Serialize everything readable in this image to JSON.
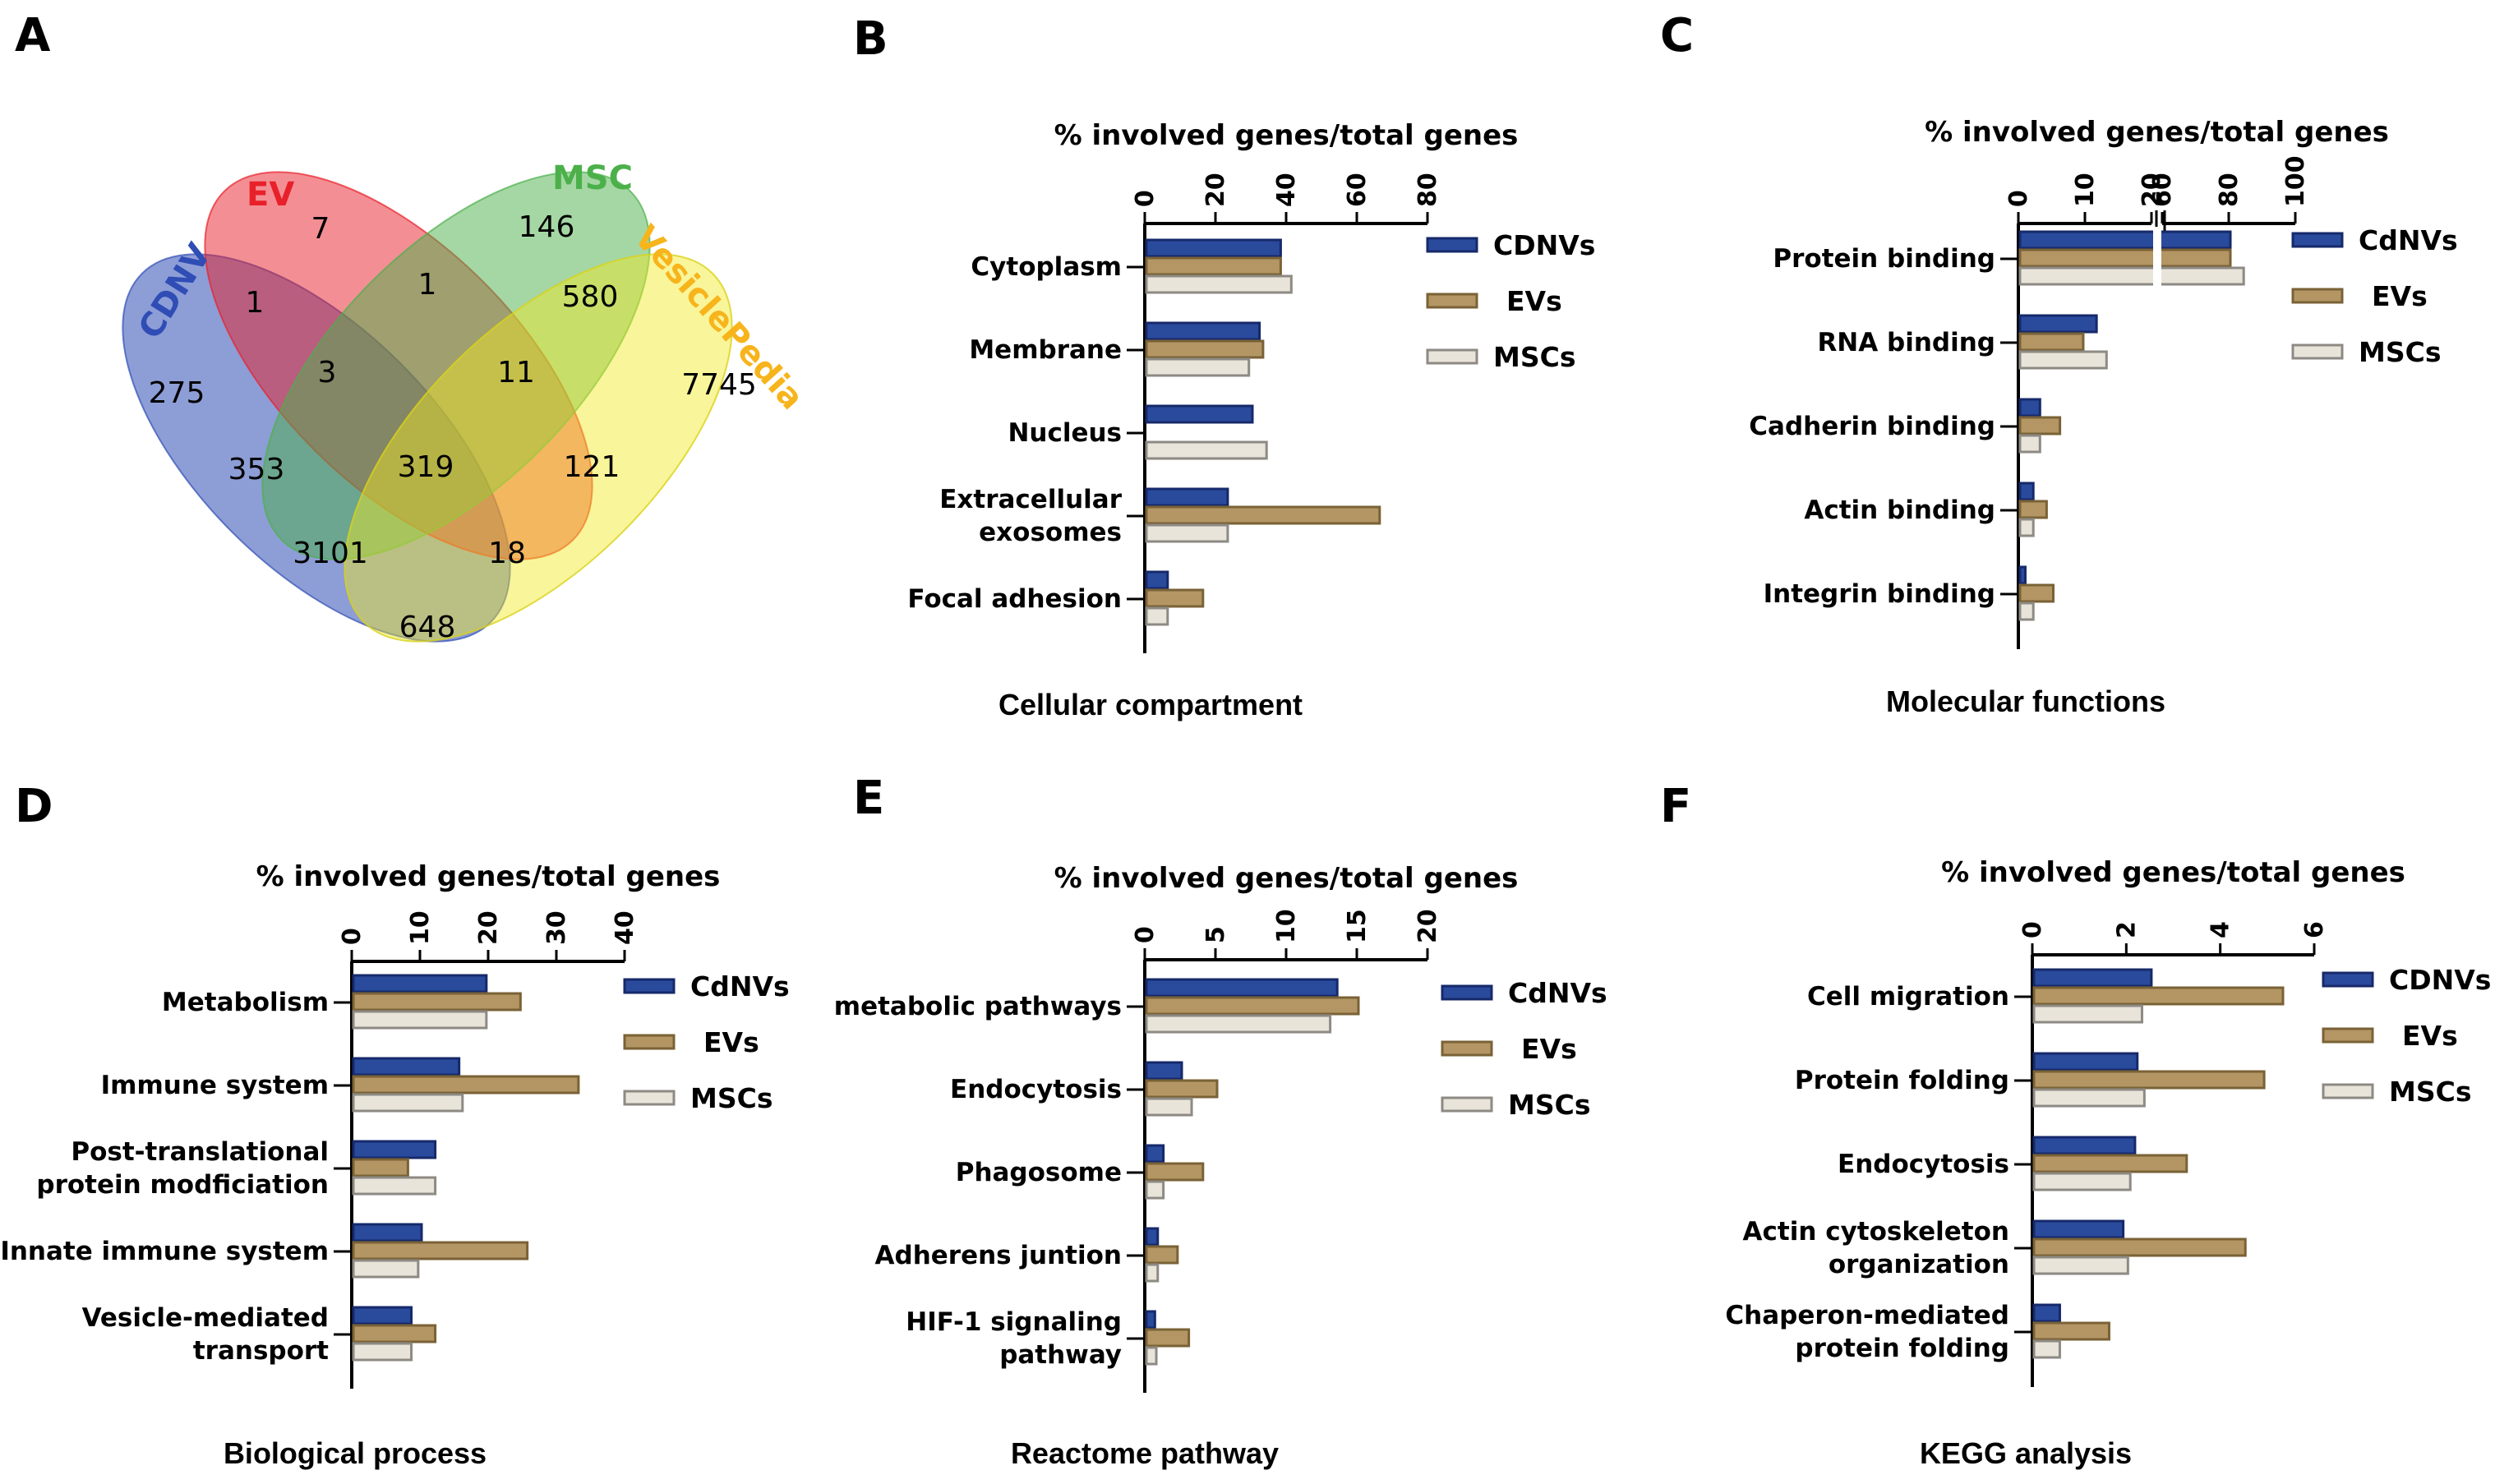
{
  "venn": {
    "letter": "A",
    "sets": [
      {
        "name": "CDNV",
        "color": "#2f4db5"
      },
      {
        "name": "EV",
        "color": "#e8202a"
      },
      {
        "name": "MSC",
        "color": "#4cb04a"
      },
      {
        "name": "VesiclePedia",
        "color": "#f7b41b"
      }
    ],
    "regions": [
      {
        "sets": [
          "EV"
        ],
        "count": "7"
      },
      {
        "sets": [
          "MSC"
        ],
        "count": "146"
      },
      {
        "sets": [
          "CDNV"
        ],
        "count": "275"
      },
      {
        "sets": [
          "VesiclePedia"
        ],
        "count": "7745"
      },
      {
        "sets": [
          "CDNV",
          "EV"
        ],
        "count": "1"
      },
      {
        "sets": [
          "EV",
          "MSC"
        ],
        "count": "1"
      },
      {
        "sets": [
          "MSC",
          "VesiclePedia"
        ],
        "count": "580"
      },
      {
        "sets": [
          "CDNV",
          "EV",
          "MSC"
        ],
        "count": "3"
      },
      {
        "sets": [
          "EV",
          "MSC",
          "VesiclePedia"
        ],
        "count": "11"
      },
      {
        "sets": [
          "CDNV",
          "MSC"
        ],
        "count": "353"
      },
      {
        "sets": [
          "CDNV",
          "EV",
          "MSC",
          "VesiclePedia"
        ],
        "count": "319"
      },
      {
        "sets": [
          "EV",
          "VesiclePedia"
        ],
        "count": "121"
      },
      {
        "sets": [
          "CDNV",
          "MSC",
          "VesiclePedia"
        ],
        "count": "3101"
      },
      {
        "sets": [
          "CDNV",
          "EV",
          "VesiclePedia"
        ],
        "count": "18"
      },
      {
        "sets": [
          "CDNV",
          "VesiclePedia"
        ],
        "count": "648"
      }
    ]
  },
  "series_colors": {
    "CDNVs": "#2a4a9c",
    "EVs": "#b39664",
    "MSCs": "#e9e4da"
  },
  "chart_data": [
    {
      "type": "bar",
      "letter": "B",
      "orientation": "horizontal",
      "title": "% involved genes/total genes",
      "caption": "Cellular compartment",
      "categories": [
        [
          "Cytoplasm"
        ],
        [
          "Membrane"
        ],
        [
          "Nucleus"
        ],
        [
          "Extracellular",
          "exosomes"
        ],
        [
          "Focal adhesion"
        ]
      ],
      "xlim": [
        0,
        80
      ],
      "ticks": [
        0,
        20,
        40,
        60,
        80
      ],
      "series": [
        {
          "name": "CDNVs",
          "values": [
            38,
            32,
            30,
            23,
            6
          ]
        },
        {
          "name": "EVs",
          "values": [
            38,
            33,
            0,
            66,
            16
          ]
        },
        {
          "name": "MSCs",
          "values": [
            41,
            29,
            34,
            23,
            6
          ]
        }
      ]
    },
    {
      "type": "bar",
      "letter": "C",
      "orientation": "horizontal",
      "title": "% involved genes/total genes",
      "caption": "Molecular functions",
      "categories": [
        [
          "Protein binding"
        ],
        [
          "RNA binding"
        ],
        [
          "Cadherin binding"
        ],
        [
          "Actin binding"
        ],
        [
          "Integrin binding"
        ]
      ],
      "xlim": [
        0,
        100
      ],
      "axis_break": [
        20,
        60
      ],
      "ticks": [
        0,
        10,
        20,
        60,
        80,
        100
      ],
      "series": [
        {
          "name": "CdNVs",
          "values": [
            80,
            11.5,
            3,
            2,
            0.8
          ]
        },
        {
          "name": "EVs",
          "values": [
            80,
            9.5,
            6,
            4,
            5
          ]
        },
        {
          "name": "MSCs",
          "values": [
            84,
            13,
            3,
            2,
            2
          ]
        }
      ]
    },
    {
      "type": "bar",
      "letter": "D",
      "orientation": "horizontal",
      "title": "% involved genes/total genes",
      "caption": "Biological process",
      "categories": [
        [
          "Metabolism"
        ],
        [
          "Immune system"
        ],
        [
          "Post-translational",
          "protein modficiation"
        ],
        [
          "Innate immune system"
        ],
        [
          "Vesicle-mediated",
          "transport"
        ]
      ],
      "xlim": [
        0,
        40
      ],
      "ticks": [
        0,
        10,
        20,
        30,
        40
      ],
      "series": [
        {
          "name": "CdNVs",
          "values": [
            19.5,
            15.5,
            12,
            10,
            8.5
          ]
        },
        {
          "name": "EVs",
          "values": [
            24.5,
            33,
            8,
            25.5,
            12
          ]
        },
        {
          "name": "MSCs",
          "values": [
            19.5,
            16,
            12,
            9.5,
            8.5
          ]
        }
      ]
    },
    {
      "type": "bar",
      "letter": "E",
      "orientation": "horizontal",
      "title": "% involved genes/total genes",
      "caption": "Reactome pathway",
      "categories": [
        [
          "metabolic pathways"
        ],
        [
          "Endocytosis"
        ],
        [
          "Phagosome"
        ],
        [
          "Adherens juntion"
        ],
        [
          "HIF-1 signaling",
          "pathway"
        ]
      ],
      "xlim": [
        0,
        20
      ],
      "ticks": [
        0,
        5,
        10,
        15,
        20
      ],
      "series": [
        {
          "name": "CdNVs",
          "values": [
            13.5,
            2.5,
            1.2,
            0.8,
            0.6
          ]
        },
        {
          "name": "EVs",
          "values": [
            15,
            5,
            4,
            2.2,
            3
          ]
        },
        {
          "name": "MSCs",
          "values": [
            13,
            3.2,
            1.2,
            0.8,
            0.7
          ]
        }
      ]
    },
    {
      "type": "bar",
      "letter": "F",
      "orientation": "horizontal",
      "title": "% involved genes/total genes",
      "caption": "KEGG analysis",
      "categories": [
        [
          "Cell migration"
        ],
        [
          "Protein folding"
        ],
        [
          "Endocytosis"
        ],
        [
          "Actin cytoskeleton",
          "organization"
        ],
        [
          "Chaperon-mediated",
          "protein folding"
        ]
      ],
      "xlim": [
        0,
        6
      ],
      "ticks": [
        0,
        2,
        4,
        6
      ],
      "series": [
        {
          "name": "CDNVs",
          "values": [
            2.5,
            2.2,
            2.15,
            1.9,
            0.55
          ]
        },
        {
          "name": "EVs",
          "values": [
            5.3,
            4.9,
            3.25,
            4.5,
            1.6
          ]
        },
        {
          "name": "MSCs",
          "values": [
            2.3,
            2.35,
            2.05,
            2.0,
            0.55
          ]
        }
      ]
    }
  ]
}
